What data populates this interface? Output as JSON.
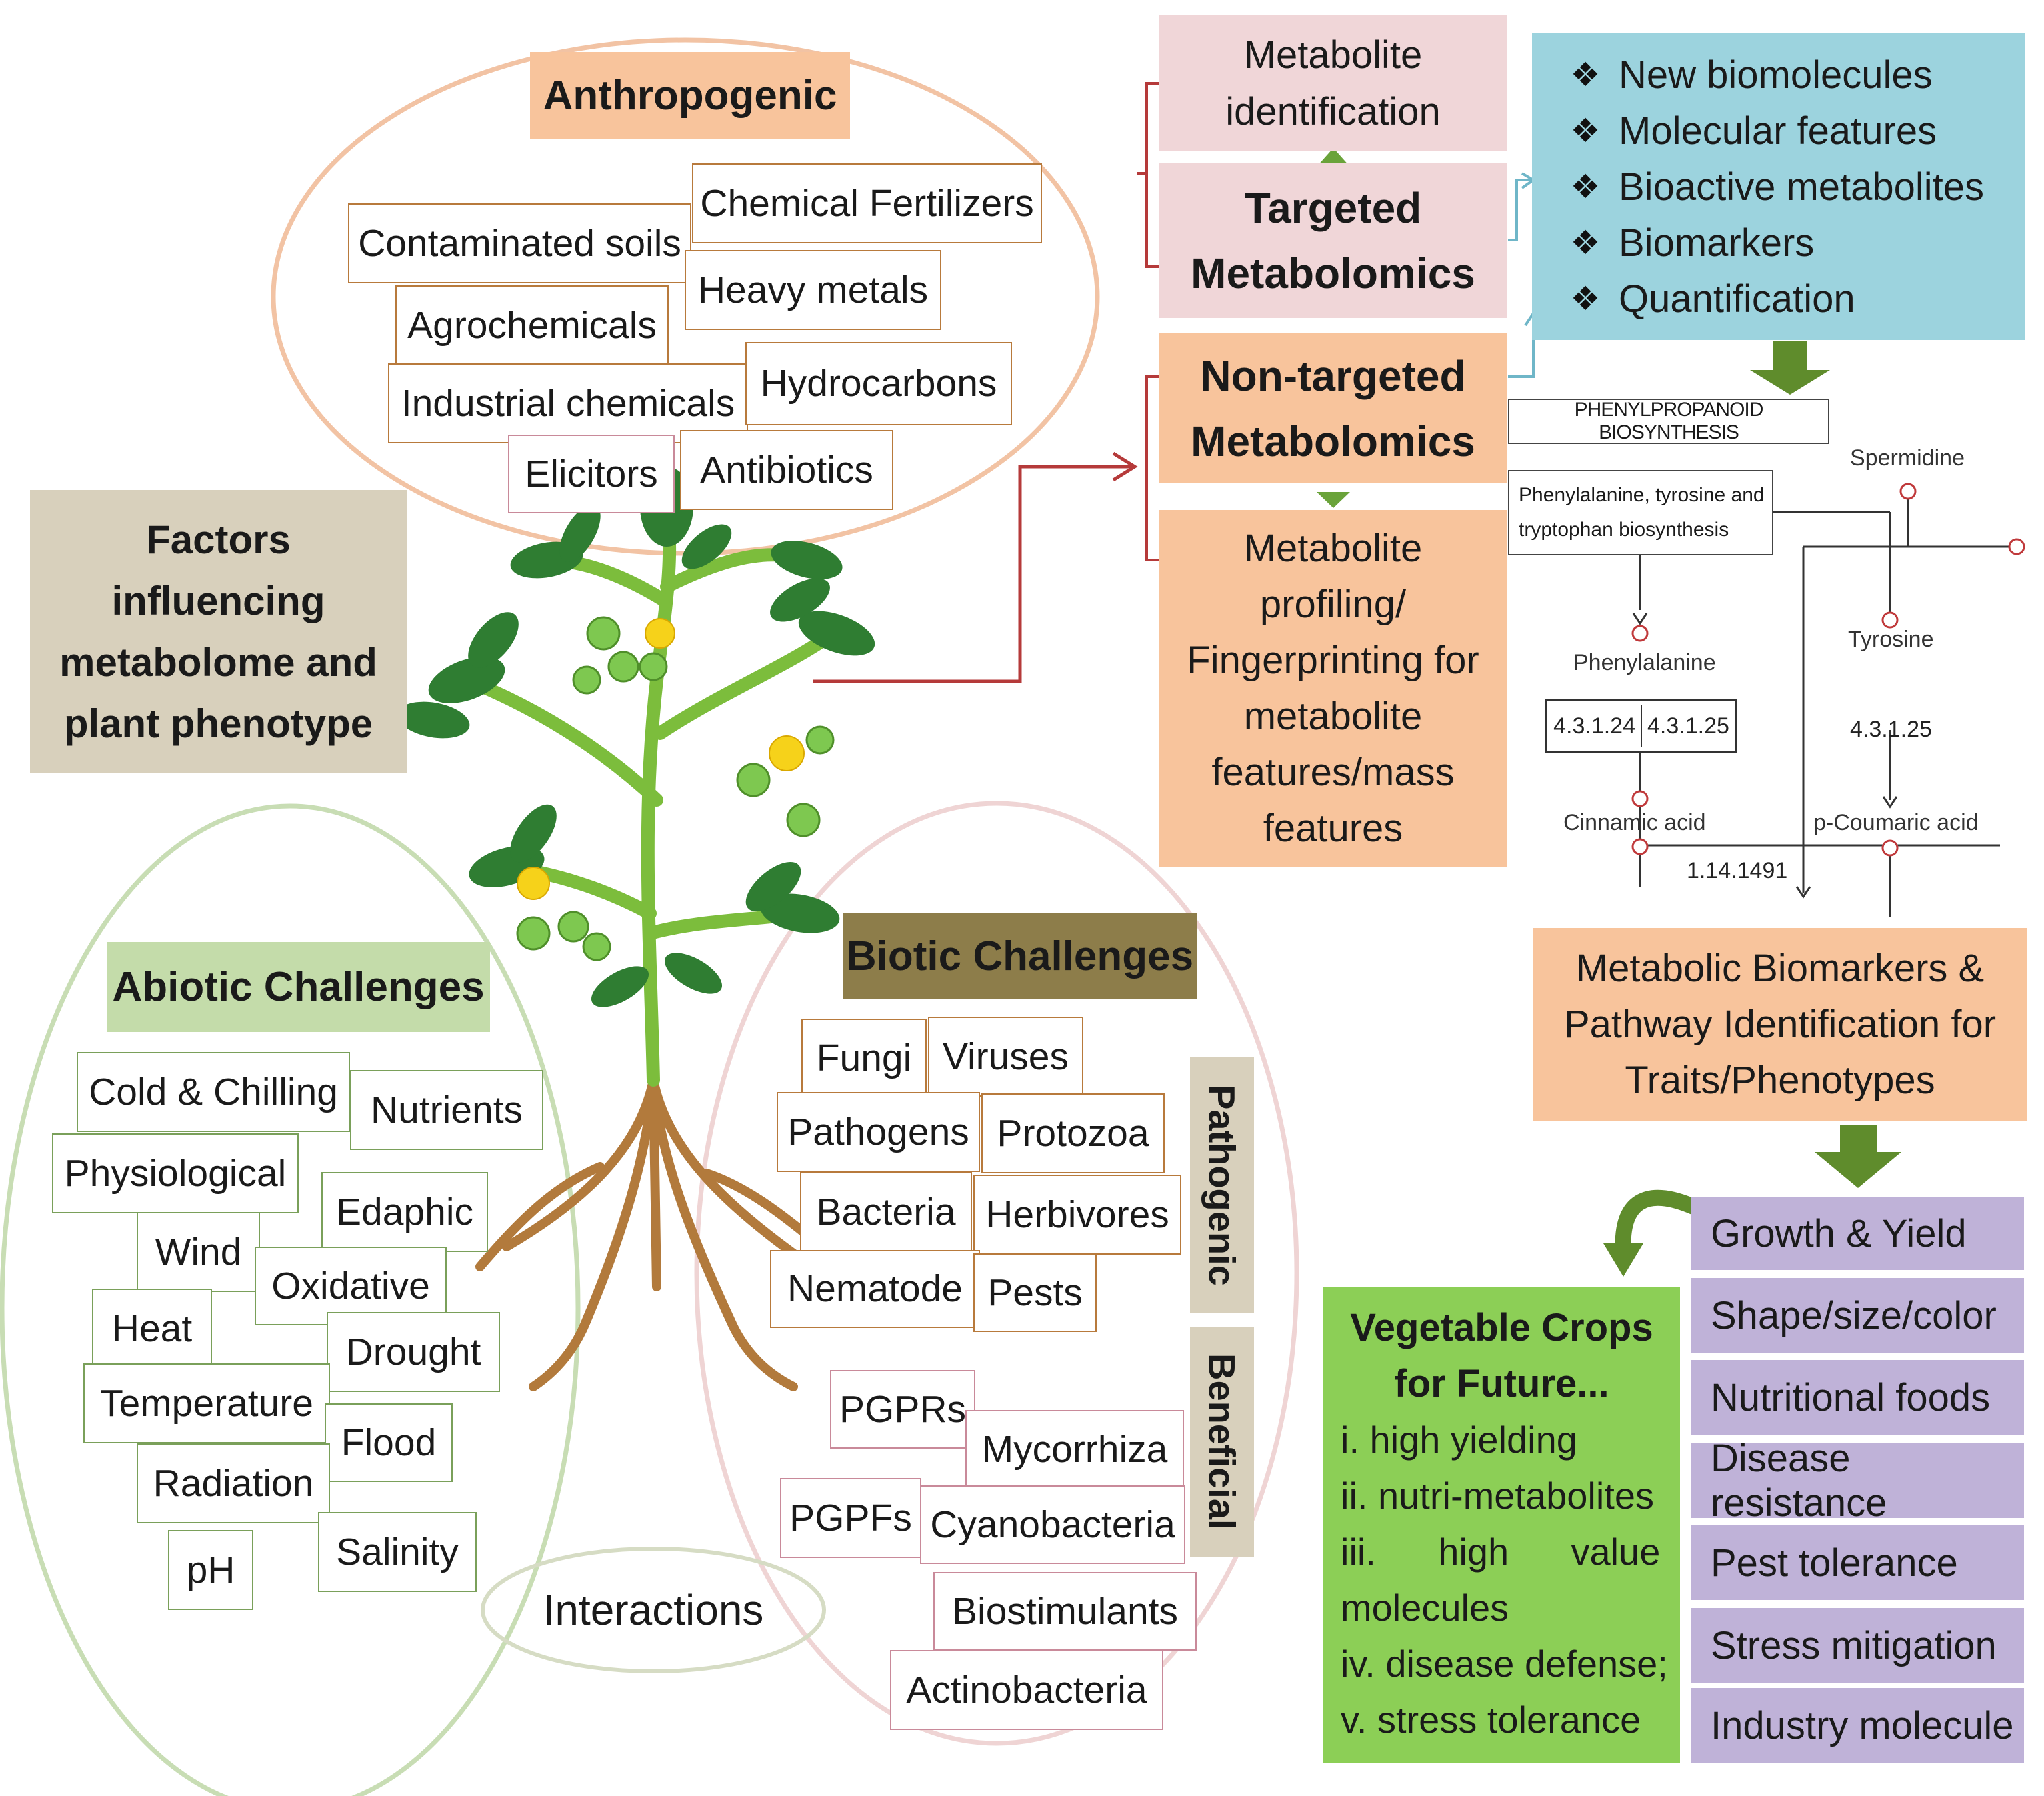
{
  "factors_title": [
    "Factors",
    "influencing",
    "metabolome and",
    "plant phenotype"
  ],
  "anthropogenic": {
    "title": "Anthropogenic",
    "items": [
      "Chemical Fertilizers",
      "Contaminated soils",
      "Heavy metals",
      "Agrochemicals",
      "Industrial chemicals",
      "Hydrocarbons",
      "Elicitors",
      "Antibiotics"
    ]
  },
  "abiotic": {
    "title": "Abiotic Challenges",
    "items": [
      "Cold & Chilling",
      "Nutrients",
      "Physiological",
      "Edaphic",
      "Wind",
      "Oxidative",
      "Heat",
      "Drought",
      "Temperature",
      "Flood",
      "Radiation",
      "Salinity",
      "pH"
    ]
  },
  "biotic": {
    "title": "Biotic Challenges",
    "pathogenic_label": "Pathogenic",
    "beneficial_label": "Beneficial",
    "pathogenic_items": [
      "Fungi",
      "Viruses",
      "Pathogens",
      "Protozoa",
      "Bacteria",
      "Herbivores",
      "Nematode",
      "Pests"
    ],
    "beneficial_items": [
      "PGPRs",
      "Mycorrhiza",
      "PGPFs",
      "Cyanobacteria",
      "Biostimulants",
      "Actinobacteria"
    ]
  },
  "interactions": "Interactions",
  "metabolomics": {
    "identification": [
      "Metabolite",
      "identification"
    ],
    "targeted": [
      "Targeted",
      "Metabolomics"
    ],
    "non_targeted": [
      "Non-targeted",
      "Metabolomics"
    ],
    "profiling": [
      "Metabolite",
      "profiling/",
      "Fingerprinting for",
      "metabolite",
      "features/mass",
      "features"
    ]
  },
  "outcomes": [
    "New biomolecules",
    "Molecular features",
    "Bioactive metabolites",
    "Biomarkers",
    "Quantification"
  ],
  "pathway": {
    "title": "PHENYLPROPANOID BIOSYNTHESIS",
    "source": [
      "Phenylalanine, tyrosine and",
      "tryptophan biosynthesis"
    ],
    "spermidine": "Spermidine",
    "phenylalanine": "Phenylalanine",
    "tyrosine": "Tyrosine",
    "enzyme_a": "4.3.1.24",
    "enzyme_b": "4.3.1.25",
    "enzyme_c": "4.3.1.25",
    "cinnamic": "Cinnamic acid",
    "coumaric": "p-Coumaric acid",
    "enzyme_d": "1.14.1491"
  },
  "biomarkers": [
    "Metabolic Biomarkers &",
    "Pathway Identification for",
    "Traits/Phenotypes"
  ],
  "vegetable": {
    "title": [
      "Vegetable Crops",
      "for Future..."
    ],
    "items": [
      "i. high yielding",
      "ii. nutri-metabolites",
      "iii.      high      value",
      "molecules",
      "iv. disease defense;",
      "v. stress tolerance"
    ]
  },
  "traits": [
    "Growth & Yield",
    "Shape/size/color",
    "Nutritional foods",
    "Disease resistance",
    "Pest tolerance",
    "Stress mitigation",
    "Industry molecule"
  ],
  "colors": {
    "peach": "#f8c49c",
    "pink": "#f0d6d8",
    "blue": "#9cd3de",
    "khaki": "#d8d0bc",
    "olive": "#8d7d4a",
    "green_title": "#c4dcaa",
    "lime": "#8ccf56",
    "purple": "#bfb2d8",
    "arrow_green": "#5f8c2c"
  }
}
